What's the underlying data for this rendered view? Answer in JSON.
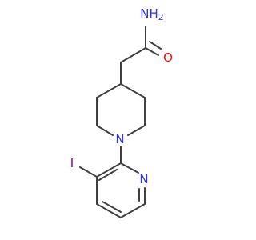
{
  "molecule": {
    "atoms": [
      {
        "id": "N_amide",
        "label": "NH2",
        "color": "#3333ff"
      },
      {
        "id": "O_carbonyl",
        "label": "O",
        "color": "#ff0d0d"
      },
      {
        "id": "N_piperidine",
        "label": "N",
        "color": "#3333ff"
      },
      {
        "id": "I",
        "label": "I",
        "color": "#940094"
      },
      {
        "id": "N_pyridine",
        "label": "N",
        "color": "#3333ff"
      }
    ],
    "bond_color": "#404040"
  }
}
